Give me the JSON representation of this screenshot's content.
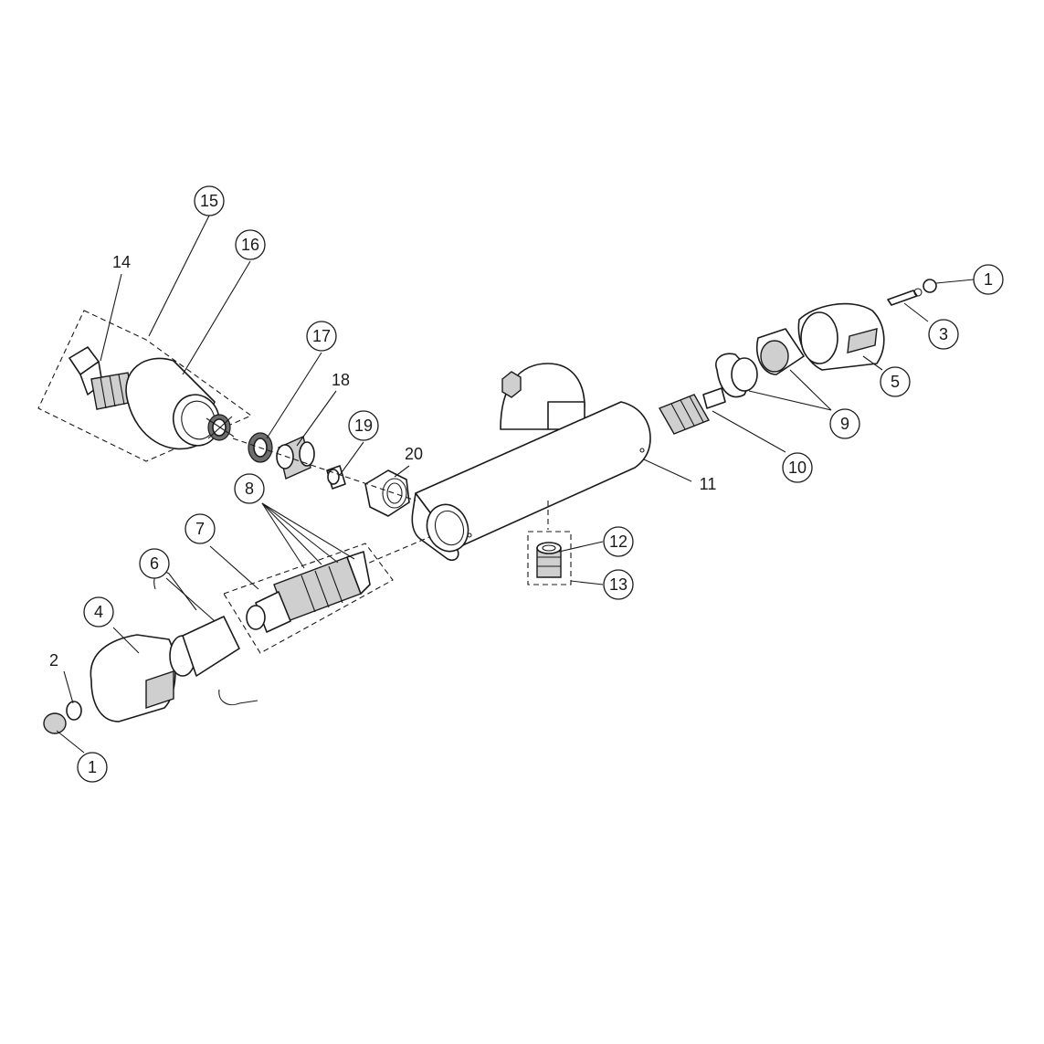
{
  "callouts": {
    "c1a": {
      "number": "1"
    },
    "c1b": {
      "number": "1"
    },
    "c2": {
      "number": "2"
    },
    "c3": {
      "number": "3"
    },
    "c4": {
      "number": "4"
    },
    "c5": {
      "number": "5"
    },
    "c6": {
      "number": "6"
    },
    "c7": {
      "number": "7"
    },
    "c8": {
      "number": "8"
    },
    "c9": {
      "number": "9"
    },
    "c10": {
      "number": "10"
    },
    "c11": {
      "number": "11"
    },
    "c12": {
      "number": "12"
    },
    "c13": {
      "number": "13"
    },
    "c14": {
      "number": "14"
    },
    "c15": {
      "number": "15"
    },
    "c16": {
      "number": "16"
    },
    "c17": {
      "number": "17"
    },
    "c18": {
      "number": "18"
    },
    "c19": {
      "number": "19"
    },
    "c20": {
      "number": "20"
    }
  },
  "colors": {
    "line": "#1a1a1a",
    "background": "#ffffff",
    "shade": "#cfcfcf"
  }
}
